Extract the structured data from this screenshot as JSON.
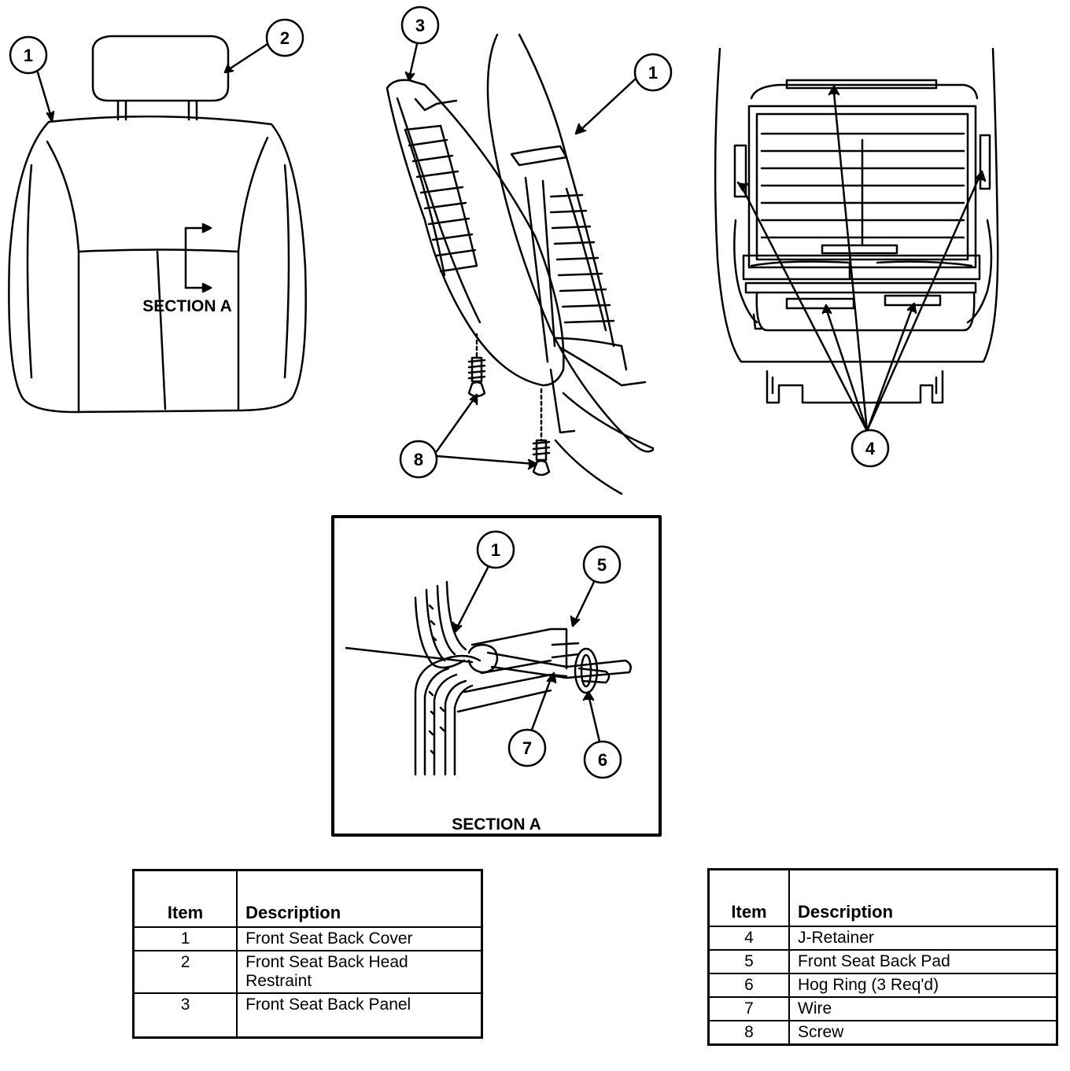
{
  "callouts": {
    "c1a": "1",
    "c2": "2",
    "c3": "3",
    "c1b": "1",
    "c4": "4",
    "c8": "8",
    "c1c": "1",
    "c5": "5",
    "c7": "7",
    "c6": "6"
  },
  "section_label_main": "SECTION A",
  "section_label_inset": "SECTION A",
  "legend_left": {
    "header_item": "Item",
    "header_desc": "Description",
    "rows": [
      {
        "item": "1",
        "desc": "Front Seat Back Cover"
      },
      {
        "item": "2",
        "desc": "Front Seat Back Head Restraint"
      },
      {
        "item": "3",
        "desc": "Front Seat Back Panel"
      }
    ]
  },
  "legend_right": {
    "header_item": "Item",
    "header_desc": "Description",
    "rows": [
      {
        "item": "4",
        "desc": "J-Retainer"
      },
      {
        "item": "5",
        "desc": "Front Seat Back Pad"
      },
      {
        "item": "6",
        "desc": "Hog Ring (3 Req'd)"
      },
      {
        "item": "7",
        "desc": "Wire"
      },
      {
        "item": "8",
        "desc": "Screw"
      }
    ]
  }
}
